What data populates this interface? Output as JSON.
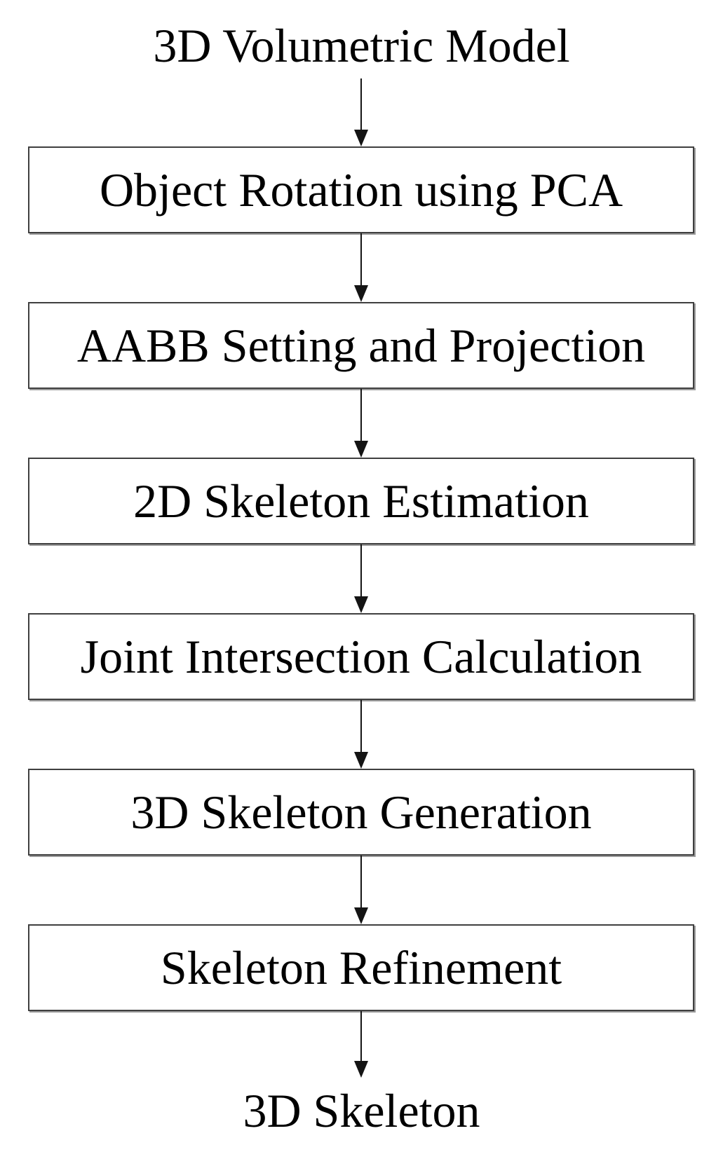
{
  "diagram": {
    "title": "3D Volumetric Model",
    "steps": [
      "Object Rotation using PCA",
      "AABB Setting and Projection",
      "2D Skeleton Estimation",
      "Joint Intersection Calculation",
      "3D Skeleton Generation",
      "Skeleton Refinement"
    ],
    "output": "3D Skeleton",
    "colors": {
      "background": "#ffffff",
      "box_fill": "#ffffff",
      "box_border": "#3f3f3f",
      "box_shadow": "#9b9b9b",
      "arrow": "#141414",
      "text": "#000000"
    }
  }
}
